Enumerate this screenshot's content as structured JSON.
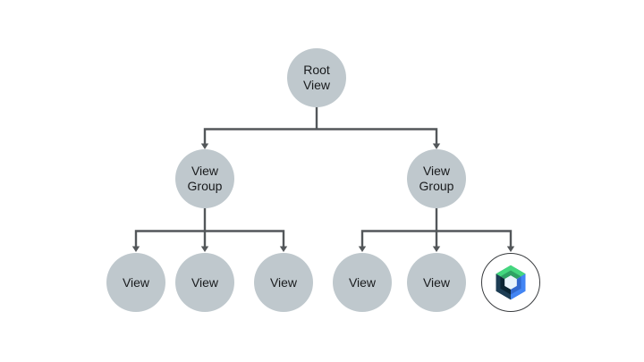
{
  "diagram": {
    "name": "view-hierarchy-tree",
    "nodes": {
      "root": {
        "label": "Root View"
      },
      "group_left": {
        "label": "View Group"
      },
      "group_right": {
        "label": "View Group"
      },
      "view_1": {
        "label": "View"
      },
      "view_2": {
        "label": "View"
      },
      "view_3": {
        "label": "View"
      },
      "view_4": {
        "label": "View"
      },
      "view_5": {
        "label": "View"
      },
      "compose": {
        "icon": "jetpack-compose-logo"
      }
    },
    "colors": {
      "background": "#FFFFFF",
      "node_fill": "#BFC8CD",
      "connector": "#53575A",
      "compose_ring": "#3A3D40",
      "logo": {
        "green_light": "#44D67F",
        "green_dark": "#2EA264",
        "blue_light": "#4285F4",
        "blue_dark": "#3168CE",
        "navy_light": "#1D3D54",
        "navy_dark": "#0A2433",
        "hex_fill": "#E8F3FB"
      }
    }
  }
}
